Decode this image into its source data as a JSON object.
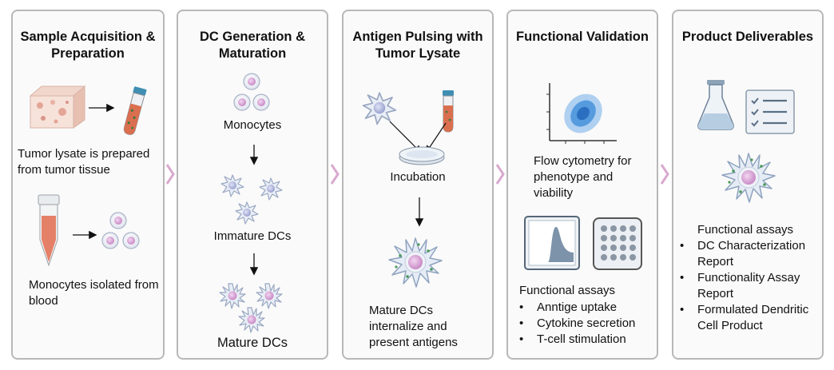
{
  "panels": [
    {
      "title": "Sample Acquisition & Preparation",
      "labels": [
        "Tumor lysate is prepared from tumor tissue",
        "Monocytes isolated from blood"
      ]
    },
    {
      "title": "DC Generation & Maturation",
      "labels": [
        "Monocytes",
        "Immature DCs",
        "Mature DCs"
      ]
    },
    {
      "title": "Antigen Pulsing with Tumor Lysate",
      "labels": [
        "Incubation",
        "Mature DCs internalize and present antigens"
      ]
    },
    {
      "title": "Functional Validation",
      "labels": [
        "Flow cytometry for phenotype and viability"
      ],
      "assays_heading": "Functional assays",
      "assays": [
        "Anntige uptake",
        "Cytokine secretion",
        "T-cell stimulation"
      ]
    },
    {
      "title": "Product Deliverables",
      "deliverables_heading": "Functional assays",
      "deliverables": [
        "DC Characterization Report",
        "Functionality Assay Report",
        "Formulated Dendritic Cell Product"
      ]
    }
  ],
  "colors": {
    "panel_border": "#b8b8b8",
    "separator": "#d9a9cf",
    "cell_nucleus": "#d9a7d6",
    "dc_body": "#e6ecf5",
    "tube_fill": "#e07a5f",
    "flow_dots": "#2f7fd1"
  }
}
